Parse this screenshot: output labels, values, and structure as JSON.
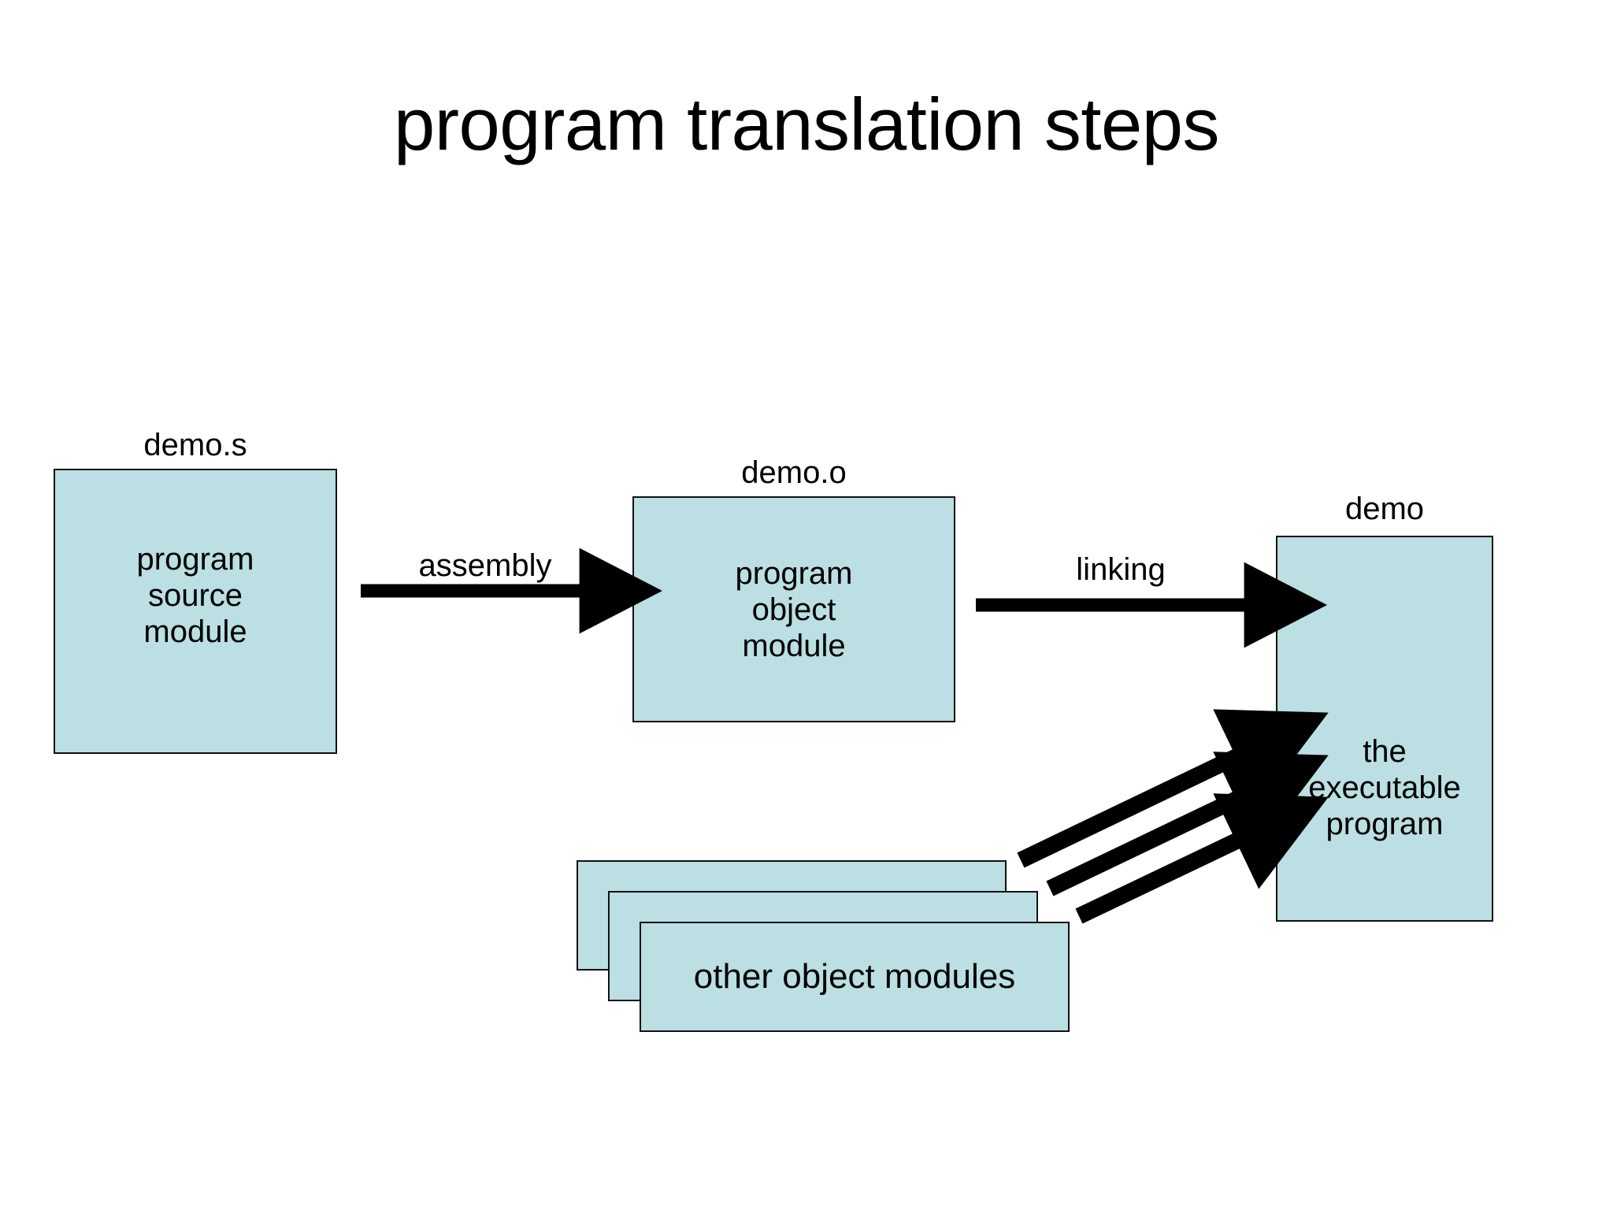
{
  "slide": {
    "title": "program translation steps",
    "background_color": "#ffffff"
  },
  "theme": {
    "box_fill": "#bbdfe3",
    "box_border": "#111111",
    "text_color": "#000000",
    "arrow_color": "#000000"
  },
  "nodes": [
    {
      "id": "source",
      "caption": "demo.s",
      "body": "program\nsource\nmodule",
      "line1": "program",
      "line2": "source",
      "line3": "module"
    },
    {
      "id": "object",
      "caption": "demo.o",
      "body": "program\nobject\nmodule",
      "line1": "program",
      "line2": "object",
      "line3": "module"
    },
    {
      "id": "executable",
      "caption": "demo",
      "body": "the\nexecutable\nprogram",
      "line1": "the",
      "line2": "executable",
      "line3": "program"
    }
  ],
  "edges": [
    {
      "id": "assembly",
      "label": "assembly"
    },
    {
      "id": "linking",
      "label": "linking"
    }
  ],
  "stack": {
    "label": "other object modules",
    "count": 3
  }
}
